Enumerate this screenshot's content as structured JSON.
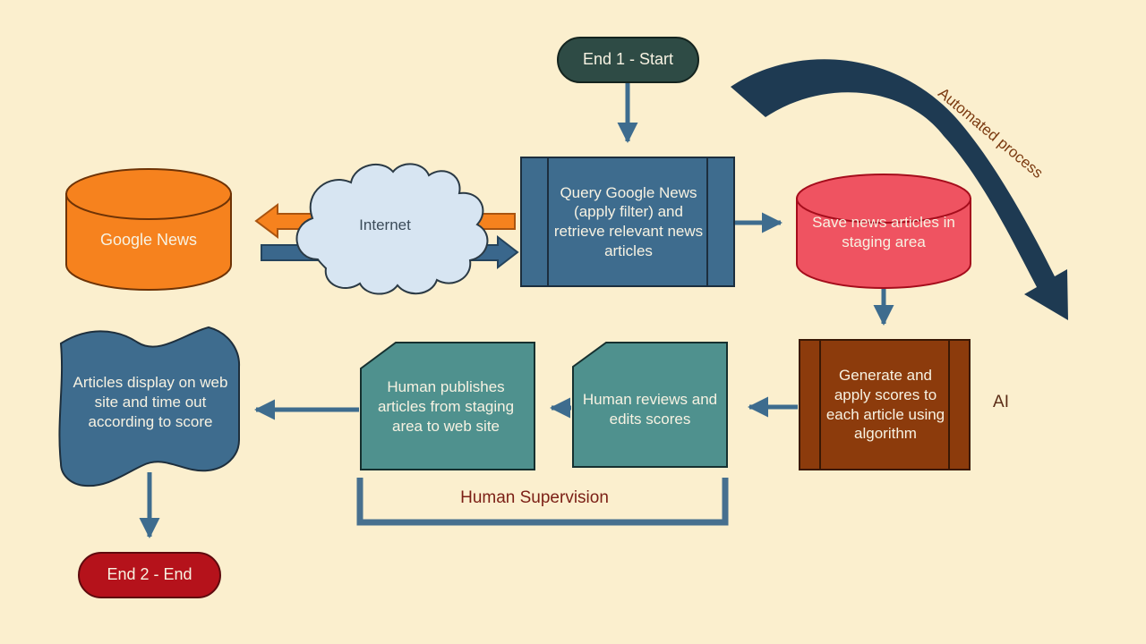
{
  "diagram": {
    "nodes": {
      "end1": {
        "label": "End 1 - Start",
        "type": "terminator",
        "fill": "#2E4B45"
      },
      "query": {
        "label": "Query Google News (apply filter) and retrieve relevant news articles",
        "type": "predefined-process",
        "fill": "#3E6C8E"
      },
      "google_news": {
        "label": "Google News",
        "type": "database-cylinder",
        "fill": "#F6821E"
      },
      "internet": {
        "label": "Internet",
        "type": "cloud",
        "fill": "#D7E5F2"
      },
      "save": {
        "label": "Save news articles in staging area",
        "type": "database-cylinder",
        "fill": "#EF5361"
      },
      "generate": {
        "label": "Generate and apply scores to each article using algorithm",
        "type": "predefined-process",
        "fill": "#8C3B0C"
      },
      "reviews": {
        "label": "Human reviews and edits scores",
        "type": "card",
        "fill": "#4F918E"
      },
      "publishes": {
        "label": "Human publishes articles from staging area to web site",
        "type": "card",
        "fill": "#4F918E"
      },
      "display": {
        "label": "Articles display on web site and time out according to score",
        "type": "display-flag",
        "fill": "#3E6C8E"
      },
      "end2": {
        "label": "End 2 - End",
        "type": "terminator",
        "fill": "#B5121B"
      }
    },
    "annotations": {
      "automated": {
        "label": "Automated process",
        "color": "#7B3A10"
      },
      "ai": {
        "label": "AI",
        "color": "#5B2C16"
      },
      "supervision": {
        "label": "Human Supervision",
        "color": "#7B1F15"
      }
    },
    "colors": {
      "background": "#FBEFCE",
      "connector_blue": "#3E6C8E",
      "swoosh_navy": "#1E3A52",
      "orange_arrow": "#F6821E",
      "blue_arrow": "#3A678C",
      "card_teal": "#4F918E",
      "brown_box": "#8C3B0C",
      "red_cylinder": "#EF5361",
      "terminator_green": "#2E4B45",
      "terminator_red": "#B5121B",
      "text_light": "#F7F2E2"
    }
  }
}
